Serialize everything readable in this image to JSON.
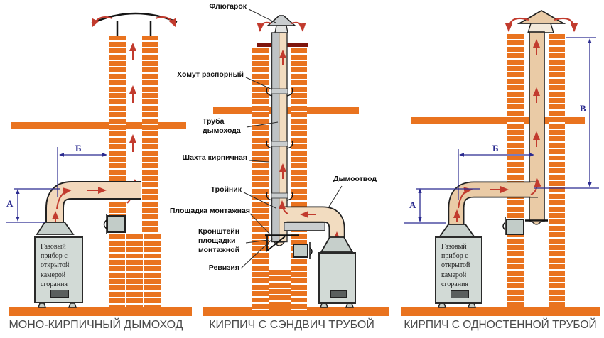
{
  "titles": {
    "left": "МОНО-КИРПИЧНЫЙ ДЫМОХОД",
    "middle": "КИРПИЧ С СЭНДВИЧ ТРУБОЙ",
    "right": "КИРПИЧ С ОДНОСТЕННОЙ ТРУБОЙ"
  },
  "callouts": {
    "flyugarok": "Флюгарок",
    "khomut": "Хомут распорный",
    "truba": "Труба дымохода",
    "shakhta": "Шахта кирпичная",
    "troinik": "Тройник",
    "ploshchadka": "Площадка монтажная",
    "kronshtein": "Кронштейн площадки монтажной",
    "reviziya": "Ревизия",
    "dymootvod": "Дымоотвод"
  },
  "dimensions": {
    "a": "А",
    "b": "Б",
    "v": "В"
  },
  "boiler_label": "Газовый прибор с открытой камерой сгорания",
  "colors": {
    "brick_orange": "#E9731F",
    "pipe_beige": "#F2D8BC",
    "pipe_tan": "#EACBA6",
    "metal_gray": "#C9CDCF",
    "boiler_gray": "#D2DAD6",
    "arrow_red": "#C23B2E",
    "dimension_blue": "#2B2B90",
    "cap_plate_darkred": "#7E150D",
    "title_gray": "#4A4A4A"
  }
}
